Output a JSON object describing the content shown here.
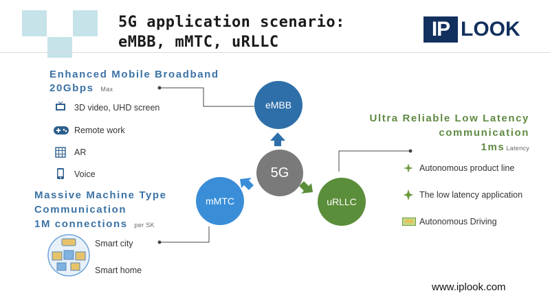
{
  "title": {
    "line1": "5G application scenario:",
    "line2": "eMBB, mMTC, uRLLC"
  },
  "logo": {
    "left": "IP",
    "right": "LOOK"
  },
  "center": {
    "label": "5G",
    "color": "#7a7a7a"
  },
  "nodes": {
    "embb": {
      "label": "eMBB",
      "color": "#2e6fa9"
    },
    "mmtc": {
      "label": "mMTC",
      "color": "#3a8ed8"
    },
    "urllc": {
      "label": "uRLLC",
      "color": "#5b8e3a"
    }
  },
  "embb": {
    "heading": "Enhanced Mobile Broadband",
    "value": "20Gbps",
    "value_unit": "Max",
    "items": [
      "3D video, UHD screen",
      "Remote work",
      "AR",
      "Voice"
    ]
  },
  "mmtc": {
    "heading1": "Massive Machine Type",
    "heading2": "Communication",
    "value": "1M connections",
    "value_unit": "per SK",
    "items": [
      "Smart city",
      "Smart home"
    ]
  },
  "urllc": {
    "heading1": "Ultra Reliable Low Latency",
    "heading2": "communication",
    "value": "1ms",
    "value_unit": "Latency",
    "items": [
      "Autonomous product line",
      "The low latency application",
      "Autonomous Driving"
    ]
  },
  "icons": {
    "embb": [
      "tv-icon",
      "gamepad-icon",
      "ar-grid-icon",
      "phone-icon"
    ],
    "mmtc": [
      "smart-city-icon"
    ],
    "urllc": [
      "product-line-icon",
      "low-latency-icon",
      "car-icon"
    ]
  },
  "footer": {
    "url": "www.iplook.com"
  },
  "colors": {
    "blue_text": "#3b72a5",
    "green_text": "#5f8a43",
    "tile": "#c5e3e9"
  }
}
